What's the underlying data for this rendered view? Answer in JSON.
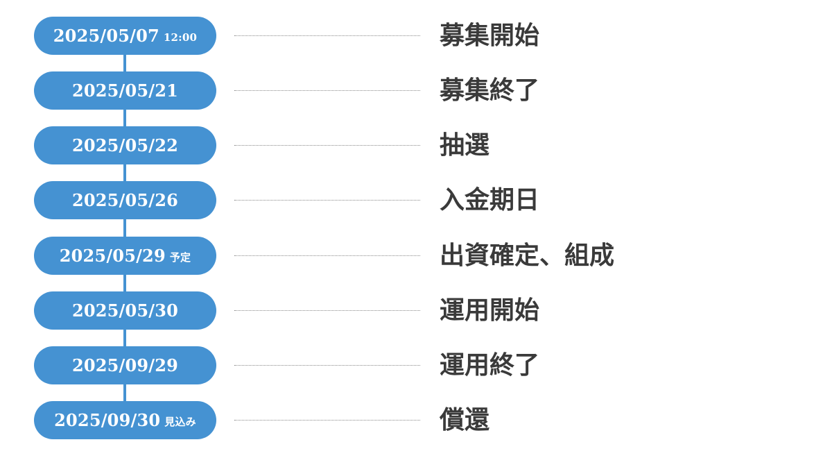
{
  "colors": {
    "pill_bg": "#4592d2",
    "pill_text": "#ffffff",
    "label_text": "#3a3a3a",
    "dots": "#888888"
  },
  "steps": [
    {
      "date": "2025/05/07",
      "note": "12:00",
      "label": "募集開始"
    },
    {
      "date": "2025/05/21",
      "note": "",
      "label": "募集終了"
    },
    {
      "date": "2025/05/22",
      "note": "",
      "label": "抽選"
    },
    {
      "date": "2025/05/26",
      "note": "",
      "label": "入金期日"
    },
    {
      "date": "2025/05/29",
      "note": "予定",
      "label": "出資確定、組成"
    },
    {
      "date": "2025/05/30",
      "note": "",
      "label": "運用開始"
    },
    {
      "date": "2025/09/29",
      "note": "",
      "label": "運用終了"
    },
    {
      "date": "2025/09/30",
      "note": "見込み",
      "label": "償還"
    }
  ]
}
